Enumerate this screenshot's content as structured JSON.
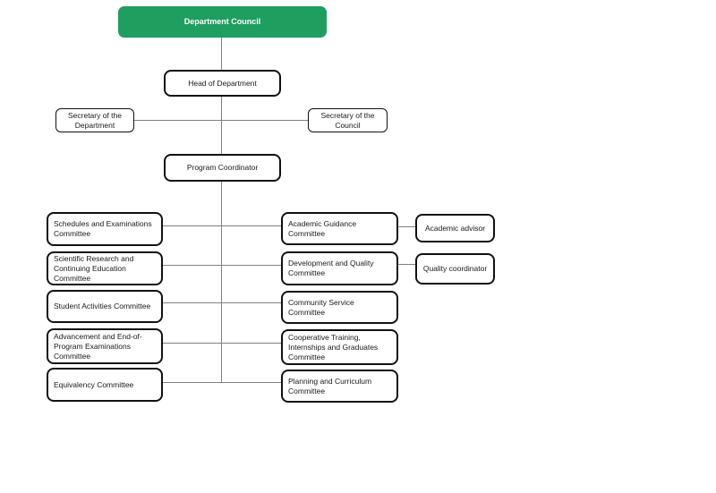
{
  "diagram": {
    "root": "Department Council",
    "head": "Head of Department",
    "secretary_department": "Secretary of the\nDepartment",
    "secretary_council": "Secretary of the\nCouncil",
    "coordinator": "Program Coordinator",
    "left_committees": [
      "Schedules and Examinations\nCommittee",
      "Scientific Research and\nContinuing Education\nCommittee",
      "Student Activities Committee",
      "Advancement and End-of-\nProgram Examinations\nCommittee",
      "Equivalency Committee"
    ],
    "middle_committees": [
      "Academic Guidance\nCommittee",
      "Development and Quality\nCommittee",
      "Community Service\nCommittee",
      "Cooperative Training,\nInternships and Graduates\nCommittee",
      "Planning and Curriculum\nCommittee"
    ],
    "right_roles": [
      "Academic advisor",
      "Quality coordinator"
    ]
  },
  "colors": {
    "root_fill": "#1E9E5F",
    "root_text": "#ffffff",
    "box_border": "#111111",
    "connector": "#808080",
    "background": "#ffffff"
  }
}
